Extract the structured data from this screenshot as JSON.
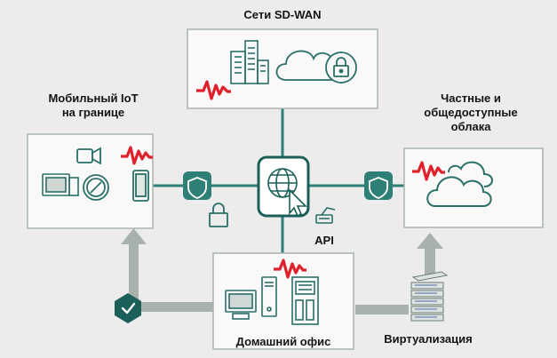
{
  "diagram": {
    "colors": {
      "background": "#ececec",
      "box_fill": "#f9f9f9",
      "box_border": "#a9b4ae",
      "teal": "#2e8077",
      "dark_teal": "#1a5f58",
      "red": "#e0202a",
      "icon_line": "#2a6f68",
      "arrow_grey": "#a8b2ad"
    },
    "nodes": {
      "sdwan": {
        "label": "Сети SD-WAN",
        "icons": [
          "buildings-icon",
          "cloud-lock-icon",
          "activity-pulse-icon"
        ]
      },
      "mobile_iot": {
        "label_lines": [
          "Мобильный IoT",
          "на границе"
        ],
        "icons": [
          "monitor-icon",
          "video-camera-icon",
          "compass-icon",
          "smartphone-icon",
          "activity-pulse-icon"
        ]
      },
      "clouds": {
        "label_lines": [
          "Частные и",
          "общедоступные",
          "облака"
        ],
        "icons": [
          "clouds-icon",
          "activity-pulse-icon"
        ]
      },
      "home_office": {
        "label": "Домашний офис",
        "icons": [
          "desktop-computer-icon",
          "server-icon",
          "activity-pulse-icon"
        ]
      },
      "hub": {
        "icons": [
          "globe-cursor-icon"
        ]
      },
      "api": {
        "label": "API",
        "icons": [
          "api-plug-icon"
        ]
      },
      "virtualization": {
        "label": "Виртуализация",
        "icons": [
          "server-stack-icon"
        ]
      }
    },
    "extra_icons": [
      "shield-icon",
      "padlock-icon",
      "checkmark-badge-icon"
    ]
  }
}
